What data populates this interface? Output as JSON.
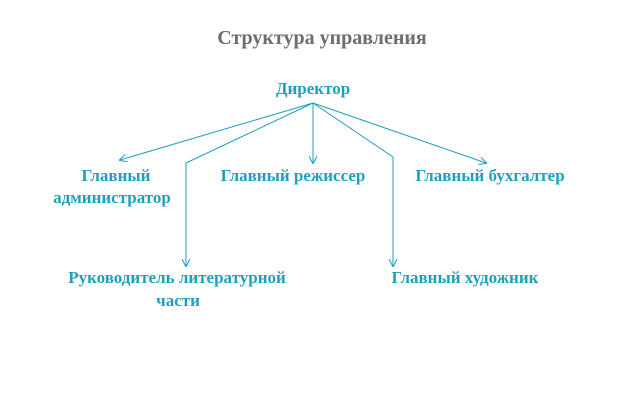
{
  "title": "Структура управления",
  "colors": {
    "title": "#6d6d6d",
    "node_text": "#1f9fc0",
    "edge": "#1f9fc0",
    "background": "#ffffff"
  },
  "nodes": {
    "director": "Директор",
    "chief_admin_line1": "Главный",
    "chief_admin_line2": "администратор",
    "chief_director": "Главный режиссер",
    "chief_accountant": "Главный бухгалтер",
    "lit_head_line1": "Руководитель литературной",
    "lit_head_line2": "части",
    "chief_artist": "Главный художник"
  },
  "edges": [
    {
      "from": "director",
      "to": "chief_admin"
    },
    {
      "from": "director",
      "to": "lit_head"
    },
    {
      "from": "director",
      "to": "chief_director"
    },
    {
      "from": "director",
      "to": "chief_artist"
    },
    {
      "from": "director",
      "to": "chief_accountant"
    }
  ]
}
